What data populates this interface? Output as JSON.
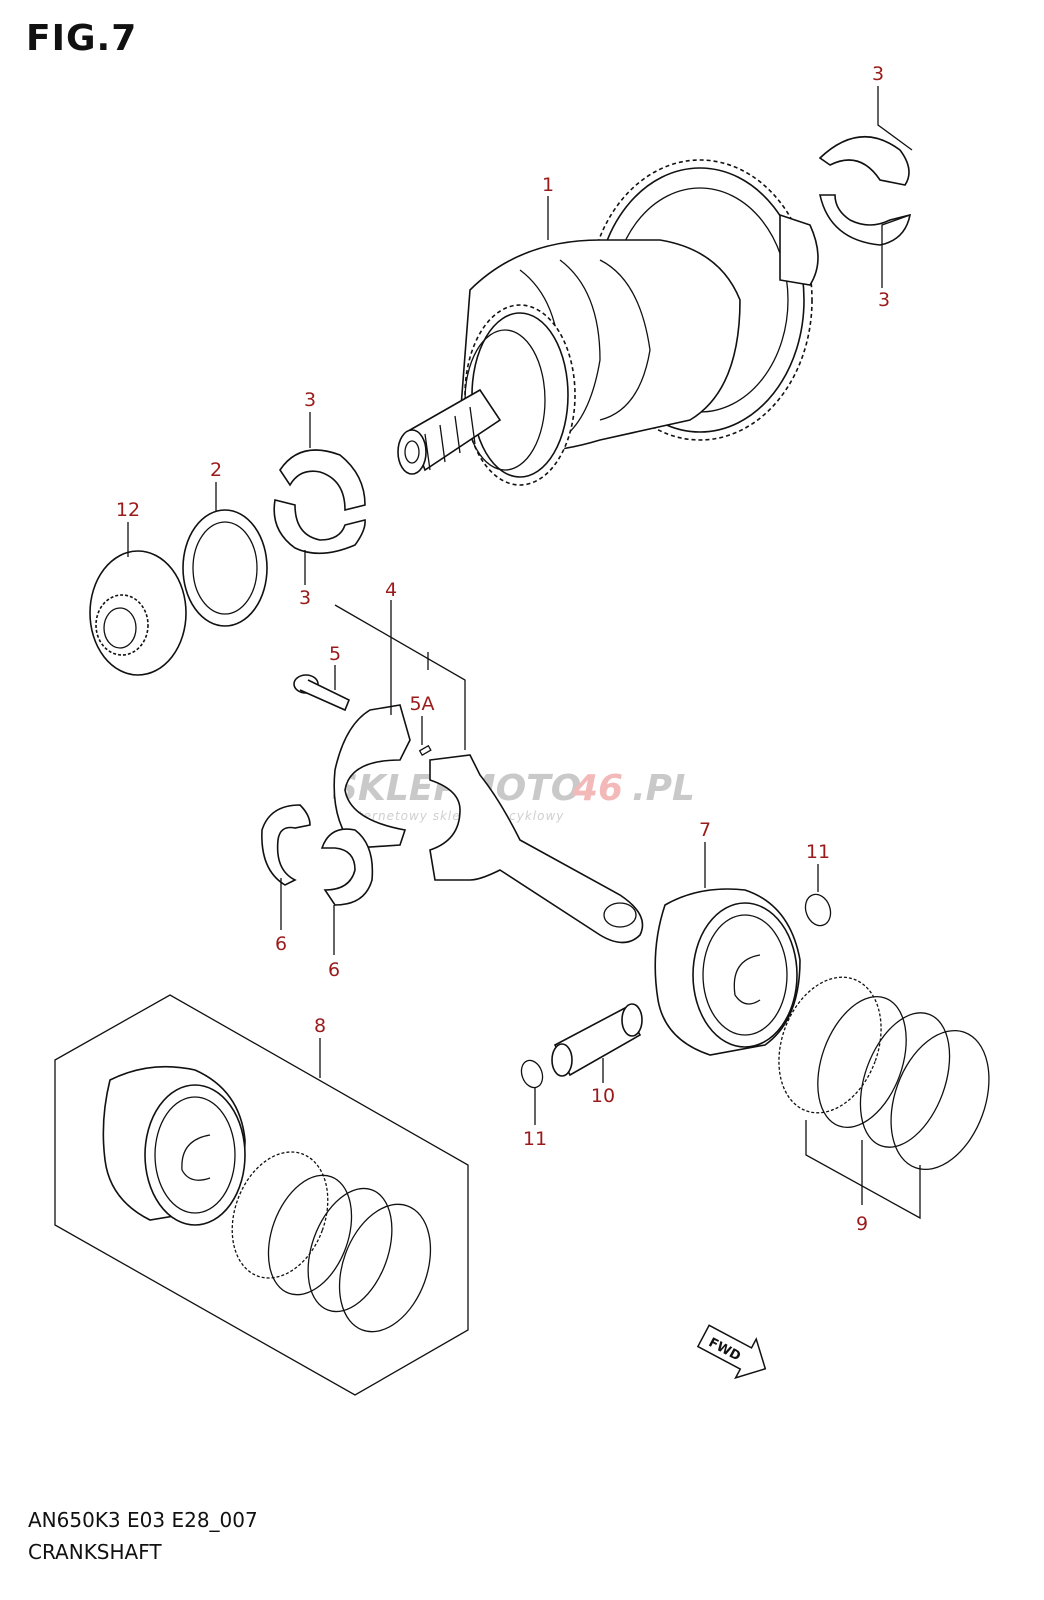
{
  "figure": {
    "title": "FIG.7"
  },
  "footer": {
    "code": "AN650K3 E03 E28_007",
    "name": "CRANKSHAFT"
  },
  "callouts": {
    "c1": "1",
    "c2": "2",
    "c3a": "3",
    "c3b": "3",
    "c3c": "3",
    "c3d": "3",
    "c4": "4",
    "c5": "5",
    "c5a": "5A",
    "c6a": "6",
    "c6b": "6",
    "c7": "7",
    "c8": "8",
    "c9": "9",
    "c10": "10",
    "c11a": "11",
    "c11b": "11",
    "c12": "12"
  },
  "watermark": {
    "main": "SKLEPMOTO",
    "accent": "46",
    "tld": ".PL",
    "sub": "internetowy sklep motocyklowy"
  },
  "fwd": {
    "label": "FWD"
  },
  "colors": {
    "callout": "#9b1b1b",
    "line": "#111111",
    "watermark": "#c9c9c9"
  }
}
